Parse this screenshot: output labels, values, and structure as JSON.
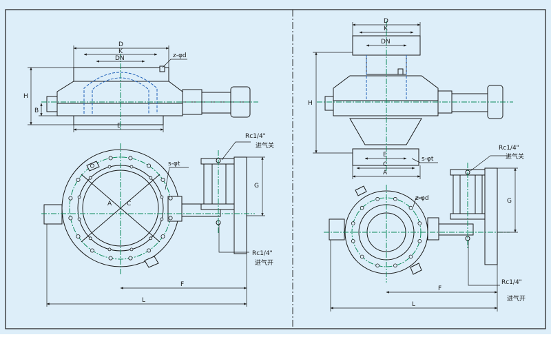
{
  "colors": {
    "background": "#ddeef9",
    "outline": "#1a1a1a",
    "centerline": "#0a8a5a",
    "hidden": "#1d5fb8"
  },
  "left_view": {
    "labels": {
      "D": "D",
      "K": "K",
      "DN": "DN",
      "z_phi_d": "z-φd",
      "H": "H",
      "B": "B",
      "E": "E",
      "s_phi_t": "s-φt",
      "A": "A",
      "C": "C",
      "G": "G",
      "F": "F",
      "L": "L",
      "rc_top": "Rc1/4\"",
      "air_close": "进气关",
      "rc_bottom": "Rc1/4\"",
      "air_open": "进气开"
    }
  },
  "right_view": {
    "labels": {
      "D": "D",
      "K": "K",
      "DN": "DN",
      "H": "H",
      "E": "E",
      "C": "C",
      "A": "A",
      "s_phi_t": "s-φt",
      "rc_top": "Rc1/4\"",
      "air_close": "进气关",
      "z_phi_d": "z-φd",
      "G": "G",
      "F": "F",
      "L": "L",
      "rc_bottom": "Rc1/4\"",
      "air_open": "进气开"
    }
  }
}
